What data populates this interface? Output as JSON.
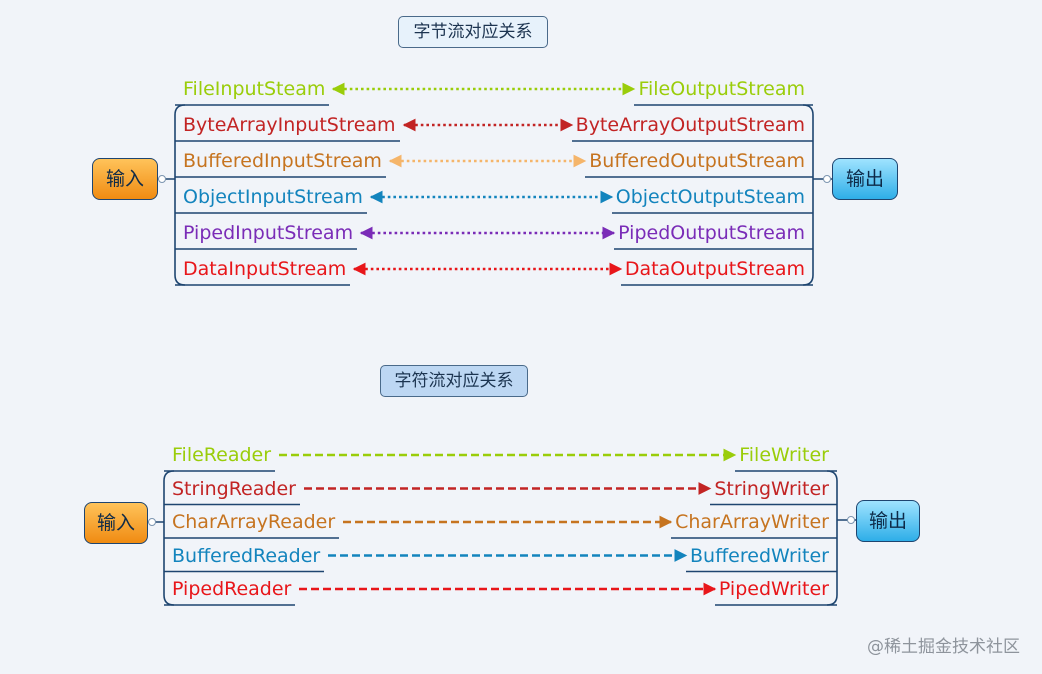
{
  "byte_section": {
    "title": "字节流对应关系",
    "input_label": "输入",
    "output_label": "输出",
    "rows": [
      {
        "input": "FileInputSteam",
        "output": "FileOutputStream",
        "color": "#9acd0a"
      },
      {
        "input": "ByteArrayInputStream",
        "output": "ByteArrayOutputStream",
        "color": "#c22424"
      },
      {
        "input": "BufferedInputStream",
        "output": "BufferedOutputStream",
        "color": "#c67420"
      },
      {
        "input": "ObjectInputStream",
        "output": "ObjectOutputSteam",
        "color": "#1384bd"
      },
      {
        "input": "PipedInputStream",
        "output": "PipedOutputStream",
        "color": "#7a2cb7"
      },
      {
        "input": "DataInputStream",
        "output": "DataOutputStream",
        "color": "#e8161a"
      }
    ]
  },
  "char_section": {
    "title": "字符流对应关系",
    "input_label": "输入",
    "output_label": "输出",
    "rows": [
      {
        "input": "FileReader",
        "output": "FileWriter",
        "color": "#9acd0a"
      },
      {
        "input": "StringReader",
        "output": "StringWriter",
        "color": "#c22424"
      },
      {
        "input": "CharArrayReader",
        "output": "CharArrayWriter",
        "color": "#c67420"
      },
      {
        "input": "BufferedReader",
        "output": "BufferedWriter",
        "color": "#1384bd"
      },
      {
        "input": "PipedReader",
        "output": "PipedWriter",
        "color": "#e8161a"
      }
    ]
  },
  "arrow_colors": {
    "byte_buffered": "#f5b56a"
  },
  "watermark": "@稀土掘金技术社区"
}
